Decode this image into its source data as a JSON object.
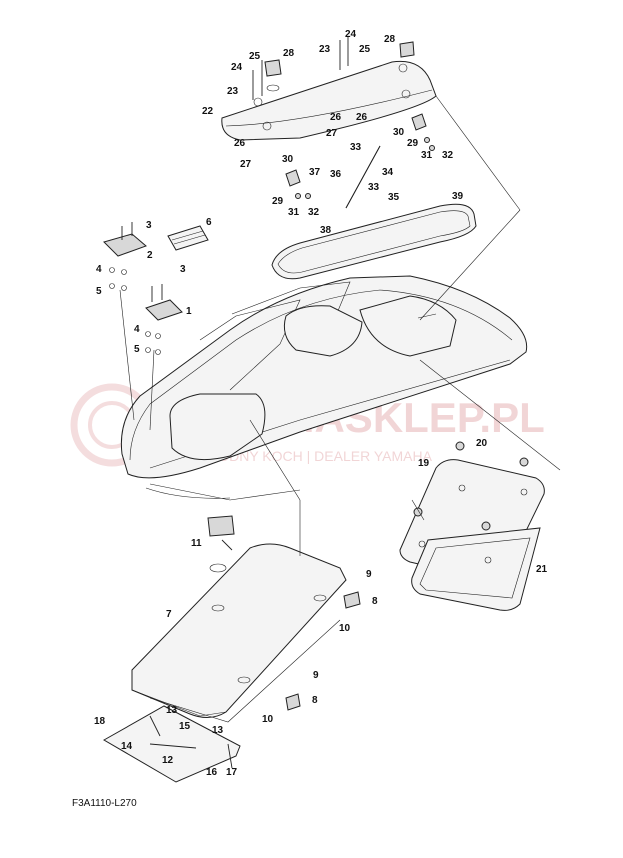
{
  "diagram": {
    "reference_code": "F3A1110-L270",
    "watermark": {
      "title": "YAMASKLEP.PL",
      "subtitle": "WODNY KOCH | DEALER YAMAHA"
    },
    "part_labels": [
      "1",
      "2",
      "3",
      "3",
      "4",
      "4",
      "5",
      "5",
      "6",
      "7",
      "8",
      "8",
      "9",
      "9",
      "10",
      "10",
      "11",
      "12",
      "13",
      "13",
      "14",
      "15",
      "16",
      "17",
      "18",
      "19",
      "20",
      "21",
      "22",
      "23",
      "23",
      "24",
      "24",
      "25",
      "25",
      "26",
      "26",
      "26",
      "27",
      "27",
      "28",
      "28",
      "29",
      "29",
      "30",
      "30",
      "31",
      "31",
      "32",
      "32",
      "33",
      "33",
      "34",
      "35",
      "36",
      "37",
      "38",
      "39"
    ]
  }
}
